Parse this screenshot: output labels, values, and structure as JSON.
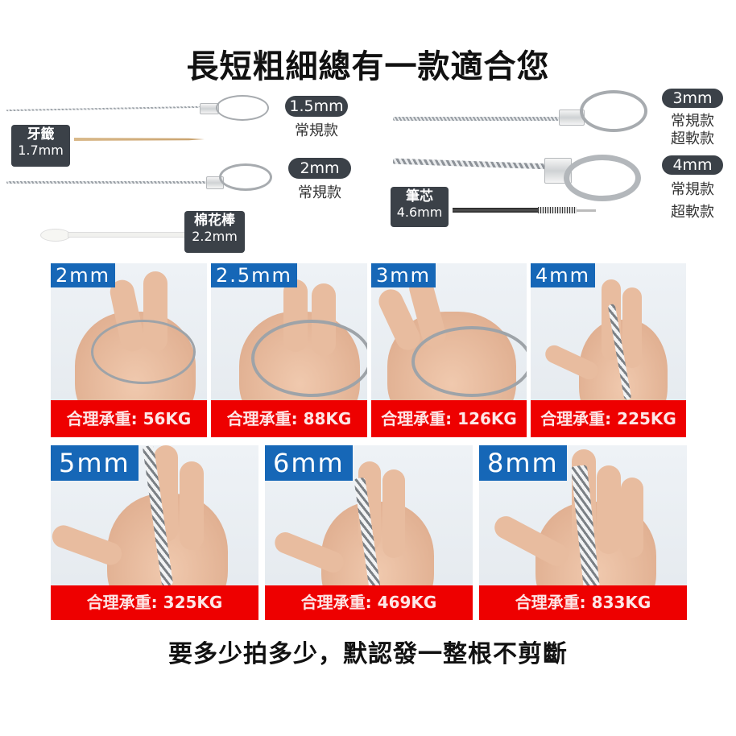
{
  "title": "長短粗細總有一款適合您",
  "comparison": {
    "cables_left": [
      {
        "size": "1.5mm",
        "types": [
          "常規款"
        ]
      },
      {
        "size": "2mm",
        "types": [
          "常規款"
        ]
      }
    ],
    "cables_right": [
      {
        "size": "3mm",
        "types": [
          "常規款",
          "超軟款"
        ]
      },
      {
        "size": "4mm",
        "types": [
          "常規款",
          "超軟款"
        ]
      }
    ],
    "references": [
      {
        "name": "牙籤",
        "size": "1.7mm"
      },
      {
        "name": "棉花棒",
        "size": "2.2mm"
      },
      {
        "name": "筆芯",
        "size": "4.6mm"
      }
    ]
  },
  "tiles_top": [
    {
      "size": "2mm",
      "load": "合理承重: 56KG"
    },
    {
      "size": "2.5mm",
      "load": "合理承重: 88KG"
    },
    {
      "size": "3mm",
      "load": "合理承重: 126KG"
    },
    {
      "size": "4mm",
      "load": "合理承重: 225KG"
    }
  ],
  "tiles_bottom": [
    {
      "size": "5mm",
      "load": "合理承重: 325KG"
    },
    {
      "size": "6mm",
      "load": "合理承重: 469KG"
    },
    {
      "size": "8mm",
      "load": "合理承重: 833KG"
    }
  ],
  "footer": "要多少拍多少，默認發一整根不剪斷",
  "colors": {
    "tag_blue": "#1667b7",
    "load_red": "#ee0000",
    "pill_dark": "#3b4148"
  }
}
